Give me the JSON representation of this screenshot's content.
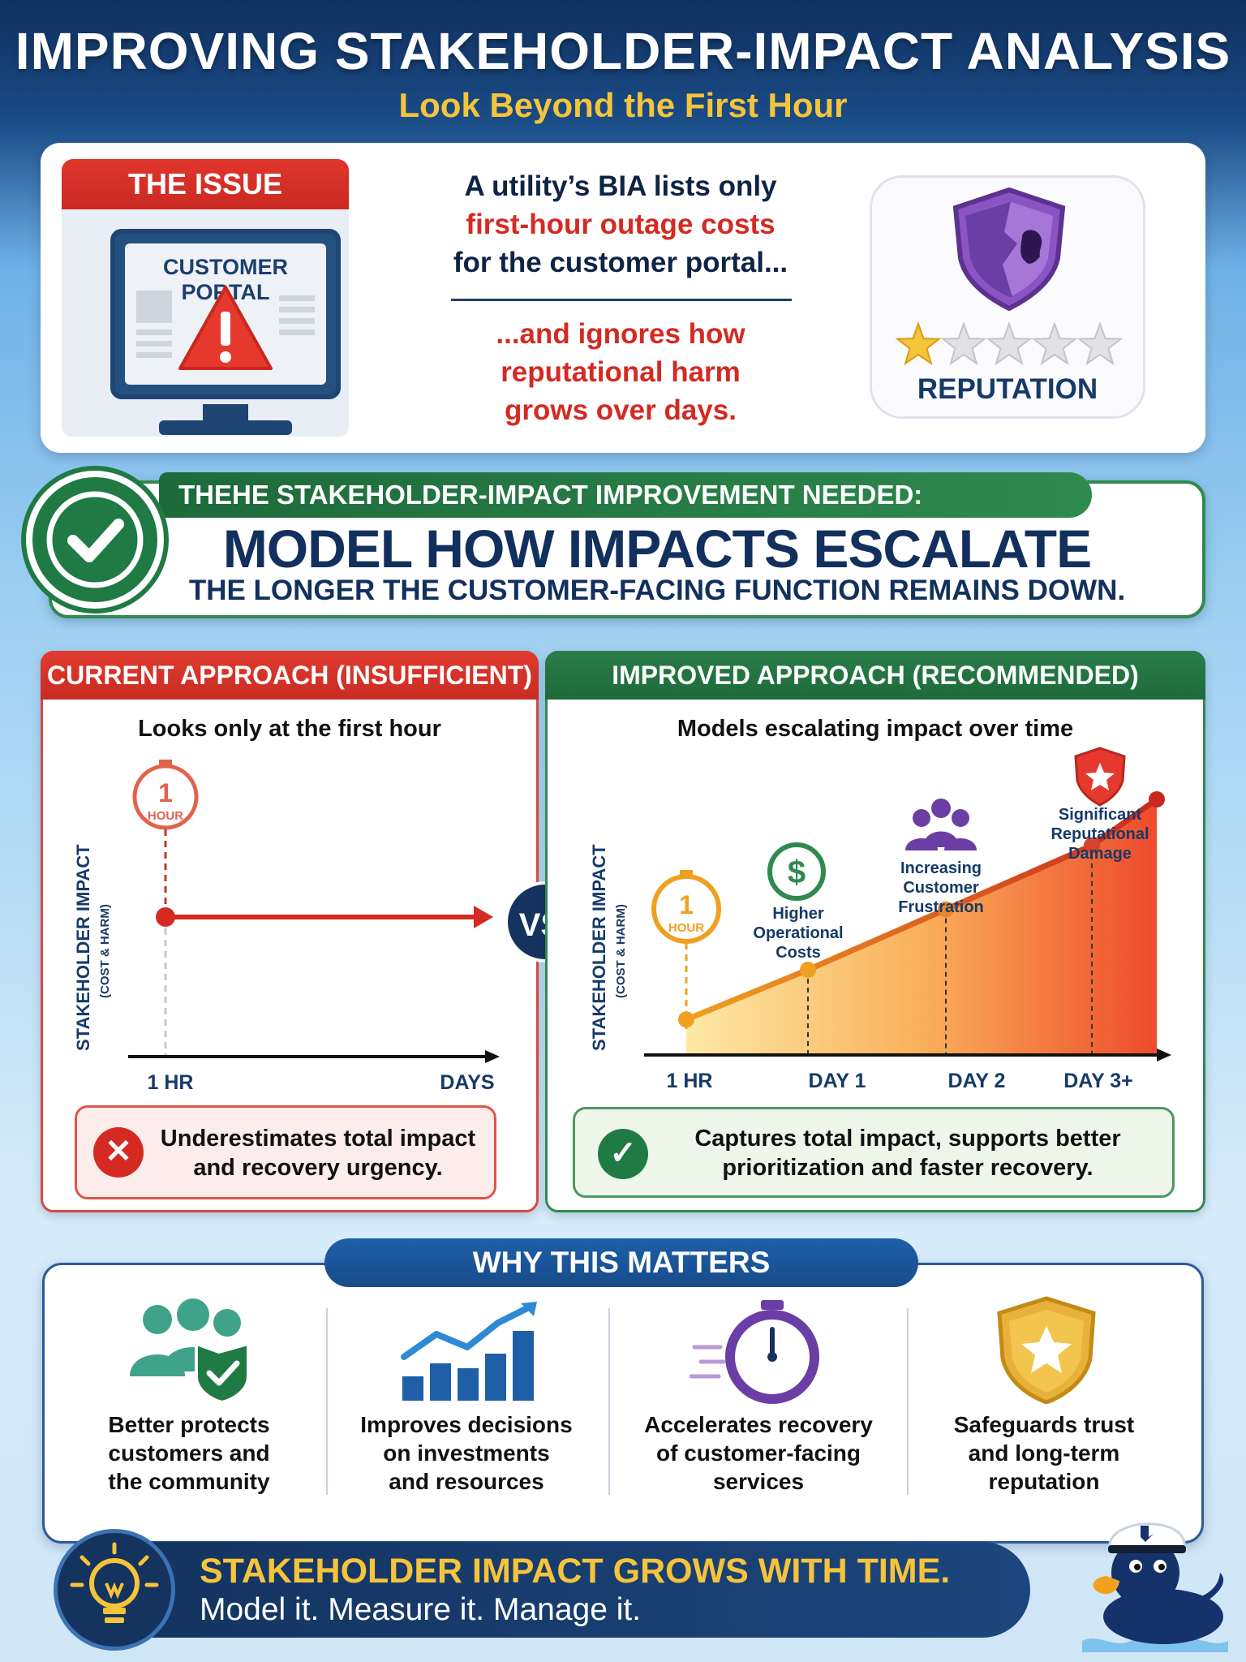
{
  "header": {
    "title": "IMPROVING STAKEHOLDER-IMPACT ANALYSIS",
    "subtitle": "Look Beyond the First Hour"
  },
  "issue": {
    "tab_label": "THE ISSUE",
    "monitor_label": "CUSTOMER PORTAL",
    "line1": "A utility’s BIA lists only",
    "line2_highlight": "first-hour outage costs",
    "line3": "for the customer portal...",
    "consequence_line1": "...and ignores how",
    "consequence_line2": "reputational harm",
    "consequence_line3": "grows over days.",
    "reputation_label": "REPUTATION",
    "reputation_stars": 1,
    "reputation_stars_max": 5
  },
  "banner": {
    "tab_label": "THEHE STAKEHOLDER-IMPACT IMPROVEMENT NEEDED:",
    "headline": "MODEL HOW IMPACTS ESCALATE",
    "subline": "THE LONGER THE CUSTOMER-FACING FUNCTION REMAINS DOWN."
  },
  "current": {
    "heading": "CURRENT APPROACH (INSUFFICIENT)",
    "subheading": "Looks only at the first hour",
    "y_label": "STAKEHOLDER IMPACT",
    "y_sublabel": "(COST & HARM)",
    "timer_number": "1",
    "timer_unit": "HOUR",
    "x_labels": [
      "1 HR",
      "DAYS"
    ],
    "note_line1": "Underestimates total impact",
    "note_line2": "and recovery urgency."
  },
  "vs_label": "VS.",
  "improved": {
    "heading": "IMPROVED APPROACH (RECOMMENDED)",
    "subheading": "Models escalating impact over time",
    "y_label": "STAKEHOLDER IMPACT",
    "y_sublabel": "(COST & HARM)",
    "timer_number": "1",
    "timer_unit": "HOUR",
    "milestones": [
      {
        "lines": [
          "Higher",
          "Operational",
          "Costs"
        ]
      },
      {
        "lines": [
          "Increasing",
          "Customer",
          "Frustration"
        ]
      },
      {
        "lines": [
          "Significant",
          "Reputational",
          "Damage"
        ]
      }
    ],
    "note_line1": "Captures total impact, supports better",
    "note_line2": "prioritization and faster recovery."
  },
  "chart_data": {
    "type": "line",
    "x": [
      "1 HR",
      "DAY 1",
      "DAY 2",
      "DAY 3+"
    ],
    "values": [
      1,
      2.4,
      4.1,
      5.9,
      7.2
    ],
    "ylabel": "STAKEHOLDER IMPACT (COST & HARM)",
    "grid": false
  },
  "why": {
    "heading": "WHY THIS MATTERS",
    "items": [
      {
        "line1": "Better protects",
        "line2": "customers and",
        "line3": "the community",
        "icon": "people-shield-icon"
      },
      {
        "line1": "Improves decisions",
        "line2": "on investments",
        "line3": "and resources",
        "icon": "growth-chart-icon"
      },
      {
        "line1": "Accelerates recovery",
        "line2": "of customer-facing",
        "line3": "services",
        "icon": "stopwatch-icon"
      },
      {
        "line1": "Safeguards trust",
        "line2": "and long-term",
        "line3": "reputation",
        "icon": "star-shield-icon"
      }
    ]
  },
  "footer": {
    "headline": "STAKEHOLDER IMPACT GROWS WITH TIME.",
    "tagline": "Model it. Measure it. Manage it."
  },
  "colors": {
    "navy": "#14335f",
    "red": "#d42a22",
    "green": "#1f7a43",
    "gold": "#f5c43a",
    "orange": "#f0a020"
  }
}
